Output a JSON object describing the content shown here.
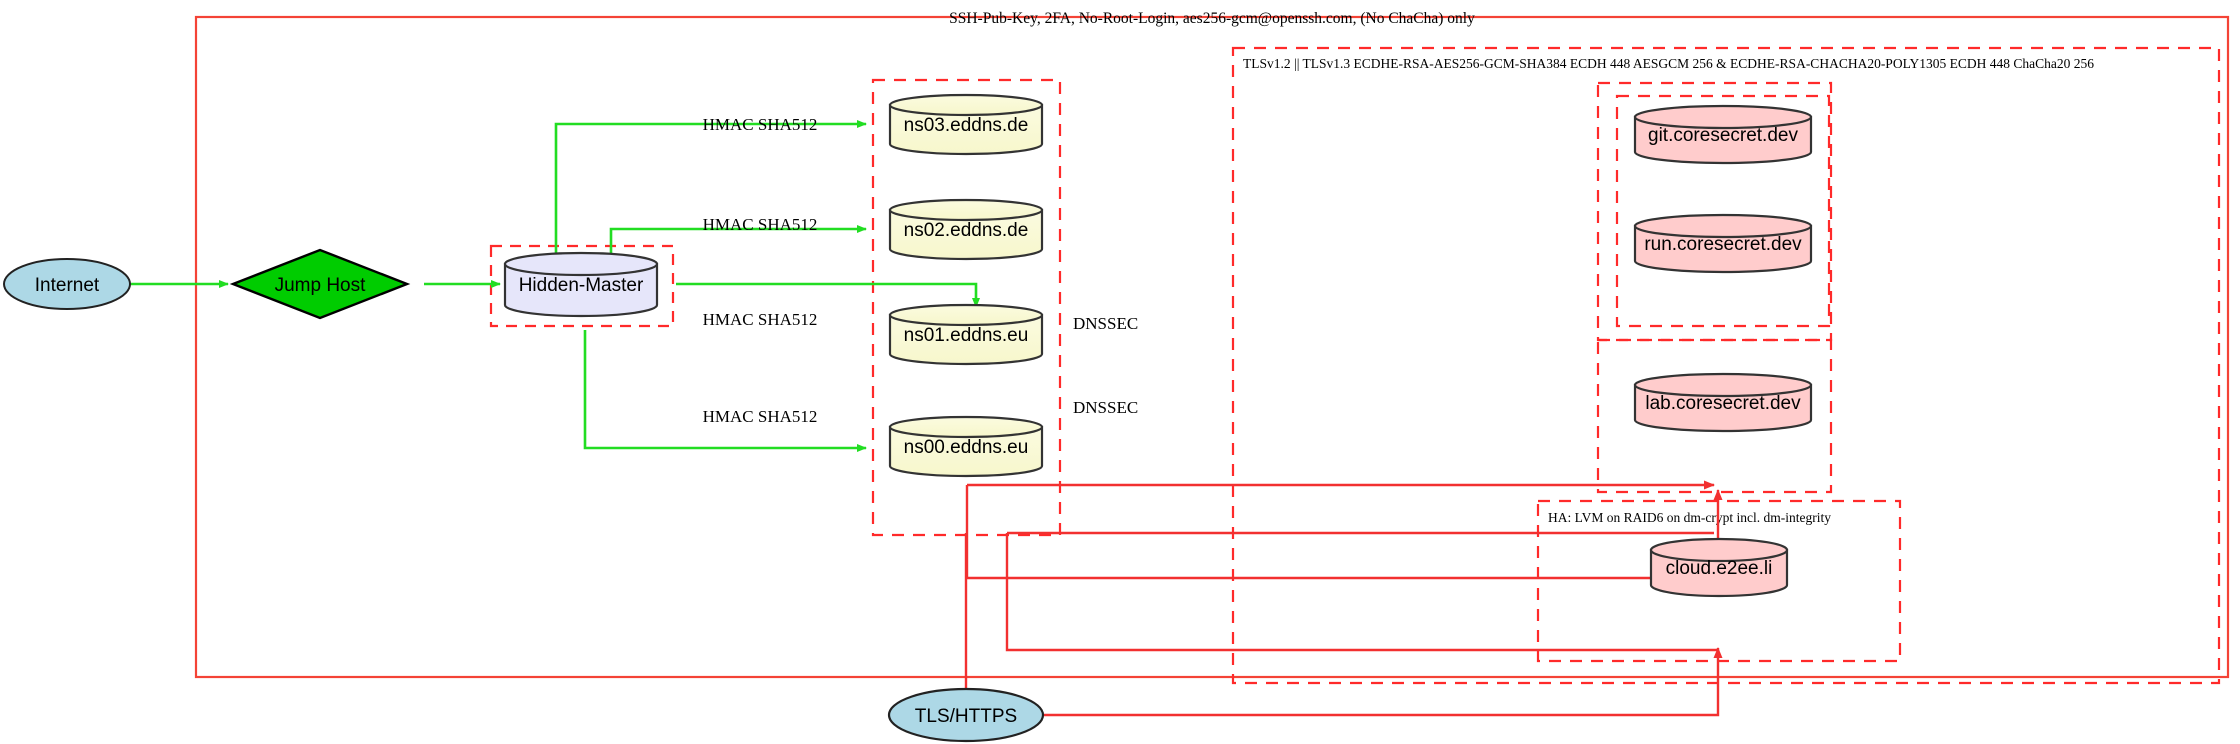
{
  "diagram": {
    "title_top_label": "SSH-Pub-Key, 2FA, No-Root-Login, aes256-gcm@openssh.com, (No ChaCha) only",
    "colors": {
      "outer_border": "#f44336",
      "cluster_dashed": "#ff2a2a",
      "green_edge": "#22dd22",
      "red_edge": "#f23030",
      "internet_fill": "#add8e6",
      "jump_host_fill": "#00cc00",
      "hidden_master_fill": "#e6e6fa",
      "ns_fill": "#fafad2",
      "service_fill": "#ffcccc",
      "node_stroke": "#333333"
    },
    "clusters": {
      "outer": {
        "label": "SSH-Pub-Key, 2FA, No-Root-Login, aes256-gcm@openssh.com, (No ChaCha) only"
      },
      "tls": {
        "label": "TLSv1.2 || TLSv1.3 ECDHE-RSA-AES256-GCM-SHA384 ECDH 448 AESGCM 256 & ECDHE-RSA-CHACHA20-POLY1305 ECDH 448 ChaCha20 256"
      },
      "ha": {
        "label": "HA: LVM on RAID6 on dm-crypt incl. dm-integrity"
      },
      "hidden_master": {
        "label": ""
      },
      "dns": {
        "label": ""
      },
      "coresecret": {
        "label": ""
      }
    },
    "nodes": {
      "internet": {
        "label": "Internet",
        "shape": "ellipse"
      },
      "jump_host": {
        "label": "Jump Host",
        "shape": "diamond"
      },
      "hidden_master": {
        "label": "Hidden-Master",
        "shape": "cylinder"
      },
      "ns03": {
        "label": "ns03.eddns.de",
        "shape": "cylinder"
      },
      "ns02": {
        "label": "ns02.eddns.de",
        "shape": "cylinder"
      },
      "ns01": {
        "label": "ns01.eddns.eu",
        "shape": "cylinder"
      },
      "ns00": {
        "label": "ns00.eddns.eu",
        "shape": "cylinder"
      },
      "git": {
        "label": "git.coresecret.dev",
        "shape": "cylinder"
      },
      "run": {
        "label": "run.coresecret.dev",
        "shape": "cylinder"
      },
      "lab": {
        "label": "lab.coresecret.dev",
        "shape": "cylinder"
      },
      "cloud": {
        "label": "cloud.e2ee.li",
        "shape": "cylinder"
      },
      "tls_https": {
        "label": "TLS/HTTPS",
        "shape": "ellipse"
      }
    },
    "edge_labels": {
      "hmac_ns03": "HMAC SHA512",
      "hmac_ns02": "HMAC SHA512",
      "hmac_ns01": "HMAC SHA512",
      "hmac_ns00": "HMAC SHA512",
      "dnssec_upper": "DNSSEC",
      "dnssec_lower": "DNSSEC"
    }
  }
}
